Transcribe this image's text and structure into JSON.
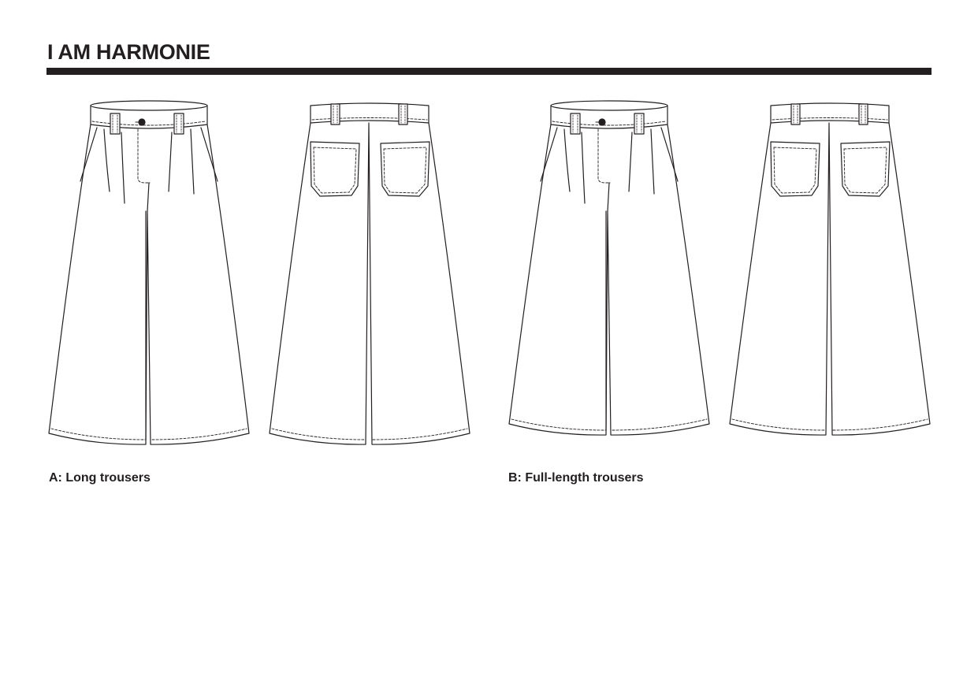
{
  "header": {
    "title": "I AM HARMONIE"
  },
  "views": [
    {
      "id": "a-front",
      "side": "front",
      "variant": "A"
    },
    {
      "id": "a-back",
      "side": "back",
      "variant": "A"
    },
    {
      "id": "b-front",
      "side": "front",
      "variant": "B"
    },
    {
      "id": "b-back",
      "side": "back",
      "variant": "B"
    }
  ],
  "captions": {
    "a": "A: Long trousers",
    "b": "B: Full-length trousers"
  },
  "colors": {
    "ink": "#231f20",
    "paper": "#ffffff"
  }
}
